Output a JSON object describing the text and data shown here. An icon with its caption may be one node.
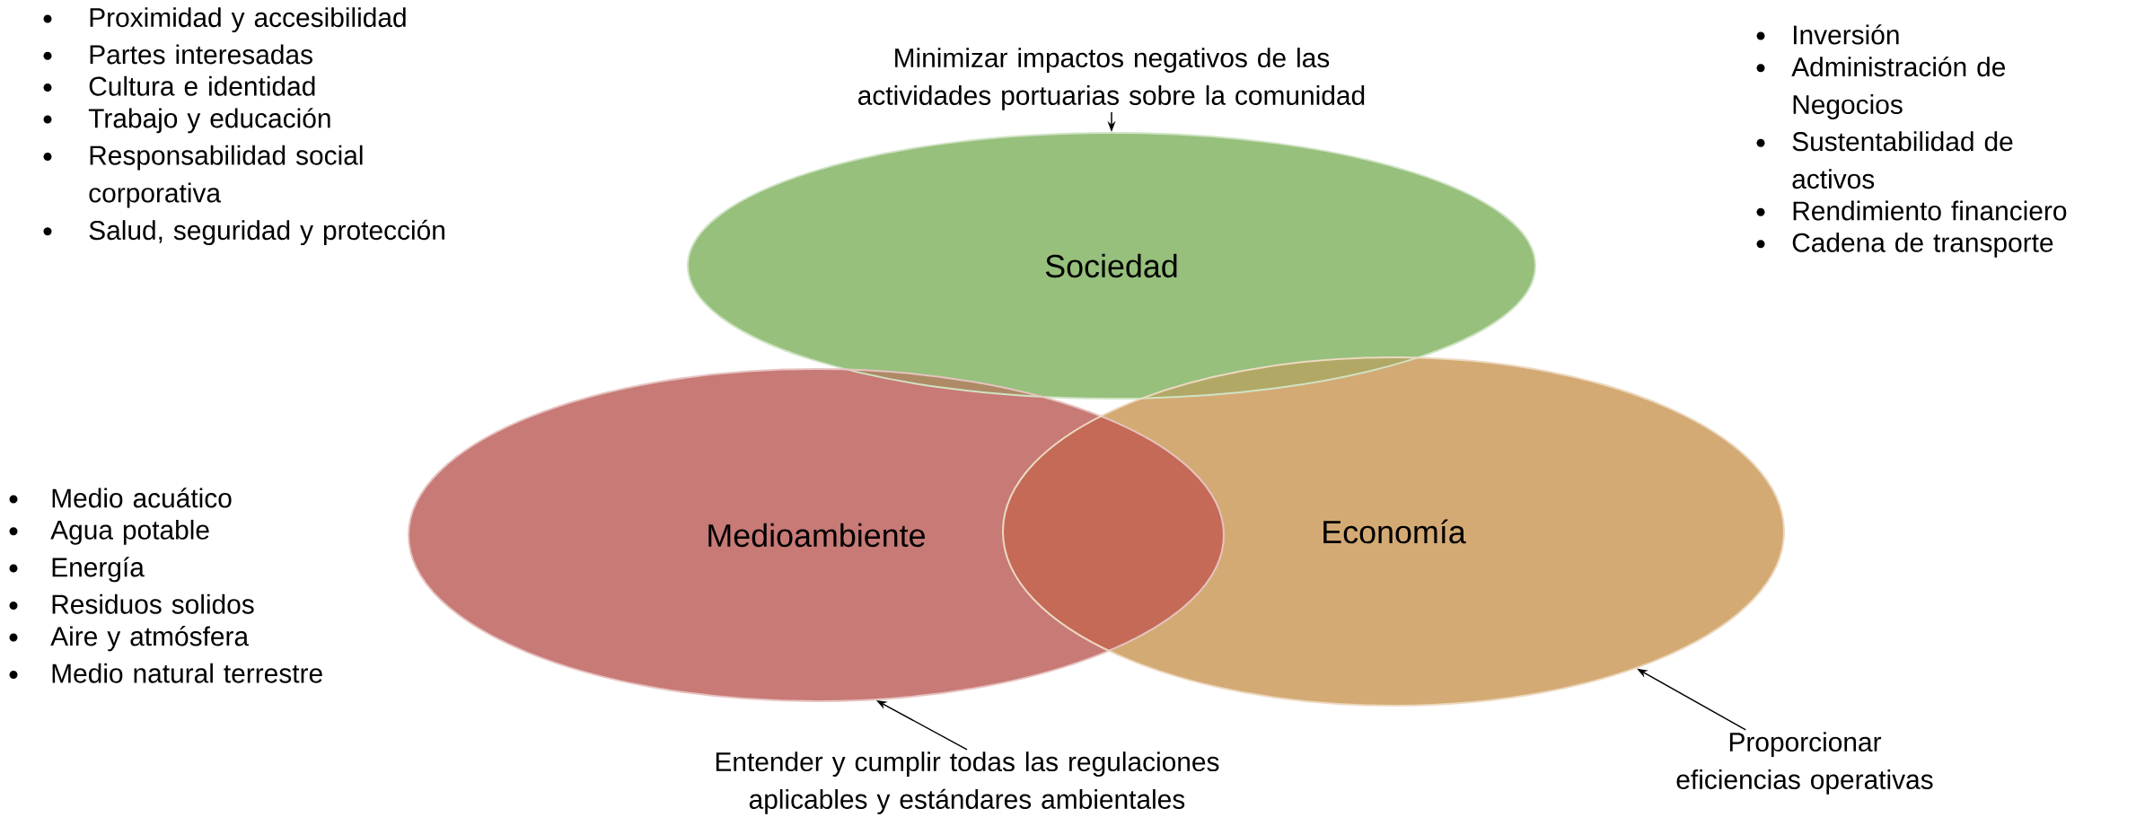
{
  "diagram": {
    "nodes": [
      {
        "text": [
          "Sociedad"
        ]
      },
      {
        "text": [
          "Medioambiente"
        ]
      },
      {
        "text": [
          "Economía"
        ]
      },
      {
        "text": [
          "Minimizar impactos negativos de las actividades portuarias sobre la comunidad"
        ]
      },
      {
        "text": [
          "Entender y cumplir todas las regulaciones aplicables y estándares ambientales"
        ]
      },
      {
        "text": [
          "Proporcionar eficiencias operativas"
        ]
      }
    ],
    "edges": [
      {
        "from": 3,
        "to": 0,
        "arrow": "to"
      },
      {
        "from": 4,
        "to": 1,
        "arrow": "to"
      },
      {
        "from": 5,
        "to": 2,
        "arrow": "to"
      }
    ],
    "labels": [
      "Proximidad y accesibilidad",
      "Partes interesadas",
      "Cultura e identidad",
      "Trabajo y educación",
      "Responsabilidad social corporativa",
      "Salud, seguridad y protección",
      "Inversión",
      "Administración de Negocios",
      "Sustentabilidad de activos",
      "Rendimiento financiero",
      "Cadena de transporte",
      "Medio acuático",
      "Agua potable",
      "Energía",
      "Residuos solidos",
      "Aire y atmósfera",
      "Medio natural terrestre"
    ]
  }
}
